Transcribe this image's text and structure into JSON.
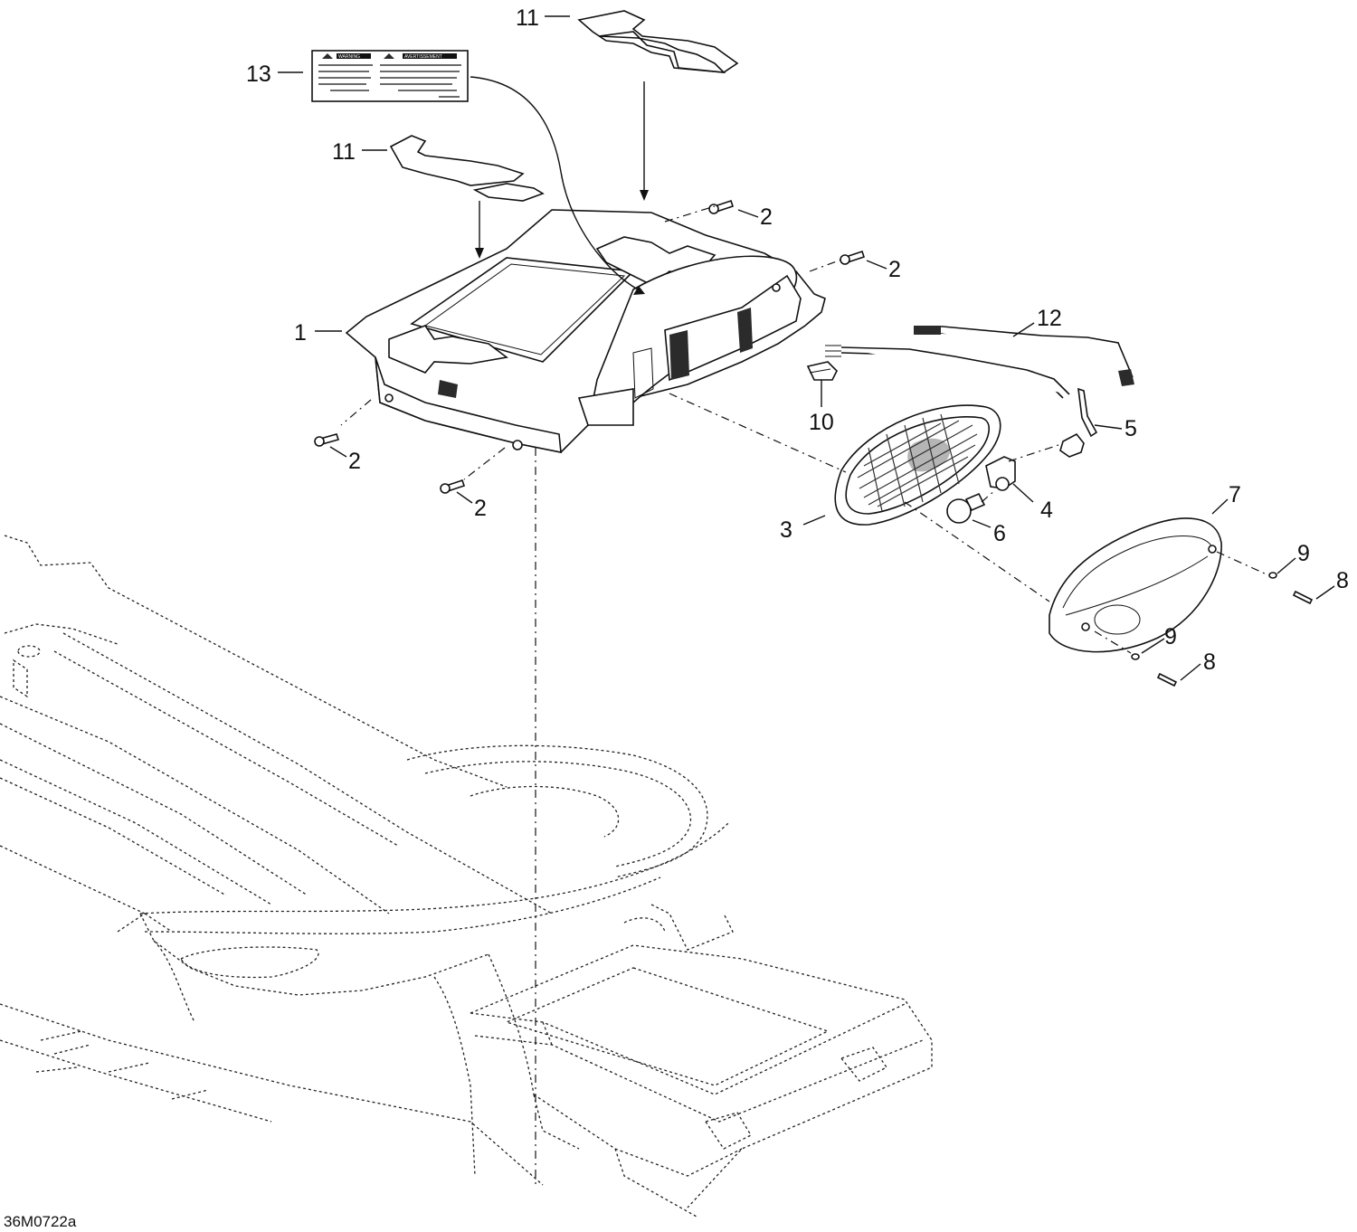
{
  "diagram": {
    "drawing_code": "36M0722a",
    "callouts": [
      {
        "id": "c11a",
        "text": "11"
      },
      {
        "id": "c13",
        "text": "13"
      },
      {
        "id": "c11b",
        "text": "11"
      },
      {
        "id": "c2a",
        "text": "2"
      },
      {
        "id": "c2b",
        "text": "2"
      },
      {
        "id": "c1",
        "text": "1"
      },
      {
        "id": "c12",
        "text": "12"
      },
      {
        "id": "c10",
        "text": "10"
      },
      {
        "id": "c5",
        "text": "5"
      },
      {
        "id": "c2c",
        "text": "2"
      },
      {
        "id": "c2d",
        "text": "2"
      },
      {
        "id": "c7",
        "text": "7"
      },
      {
        "id": "c4",
        "text": "4"
      },
      {
        "id": "c3",
        "text": "3"
      },
      {
        "id": "c6",
        "text": "6"
      },
      {
        "id": "c9a",
        "text": "9"
      },
      {
        "id": "c8a",
        "text": "8"
      },
      {
        "id": "c9b",
        "text": "9"
      },
      {
        "id": "c8b",
        "text": "8"
      }
    ],
    "warning_label": {
      "left_heading": "WARNING",
      "right_heading": "AVERTISSEMENT"
    }
  }
}
